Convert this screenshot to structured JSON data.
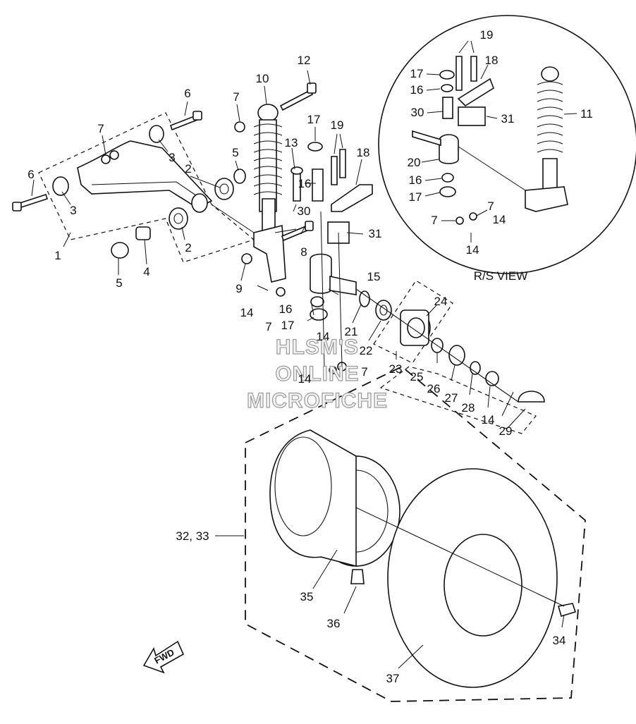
{
  "diagram": {
    "view_caption": "R/S VIEW",
    "watermark": [
      "HLSM'S",
      "ONLINE",
      "MICROFICHE"
    ],
    "fwd_label": "FWD",
    "callouts": [
      {
        "id": "c1",
        "text": "1"
      },
      {
        "id": "c2a",
        "text": "2"
      },
      {
        "id": "c2b",
        "text": "2"
      },
      {
        "id": "c3a",
        "text": "3"
      },
      {
        "id": "c3b",
        "text": "3"
      },
      {
        "id": "c4",
        "text": "4"
      },
      {
        "id": "c5a",
        "text": "5"
      },
      {
        "id": "c5b",
        "text": "5"
      },
      {
        "id": "c6a",
        "text": "6"
      },
      {
        "id": "c6b",
        "text": "6"
      },
      {
        "id": "c7a",
        "text": "7"
      },
      {
        "id": "c7b",
        "text": "7"
      },
      {
        "id": "c7c",
        "text": "7"
      },
      {
        "id": "c7d",
        "text": "7"
      },
      {
        "id": "c7e",
        "text": "7"
      },
      {
        "id": "c7f",
        "text": "7"
      },
      {
        "id": "c8",
        "text": "8"
      },
      {
        "id": "c9",
        "text": "9"
      },
      {
        "id": "c10",
        "text": "10"
      },
      {
        "id": "c11",
        "text": "11"
      },
      {
        "id": "c12",
        "text": "12"
      },
      {
        "id": "c13",
        "text": "13"
      },
      {
        "id": "c14a",
        "text": "14"
      },
      {
        "id": "c14b",
        "text": "14"
      },
      {
        "id": "c14c",
        "text": "14"
      },
      {
        "id": "c14d",
        "text": "14"
      },
      {
        "id": "c14e",
        "text": "14"
      },
      {
        "id": "c14f",
        "text": "14"
      },
      {
        "id": "c15",
        "text": "15"
      },
      {
        "id": "c16a",
        "text": "16"
      },
      {
        "id": "c16b",
        "text": "16"
      },
      {
        "id": "c16c",
        "text": "16"
      },
      {
        "id": "c16d",
        "text": "16"
      },
      {
        "id": "c17a",
        "text": "17"
      },
      {
        "id": "c17b",
        "text": "17"
      },
      {
        "id": "c17c",
        "text": "17"
      },
      {
        "id": "c17d",
        "text": "17"
      },
      {
        "id": "c18a",
        "text": "18"
      },
      {
        "id": "c18b",
        "text": "18"
      },
      {
        "id": "c19a",
        "text": "19"
      },
      {
        "id": "c19b",
        "text": "19"
      },
      {
        "id": "c20",
        "text": "20"
      },
      {
        "id": "c21",
        "text": "21"
      },
      {
        "id": "c22",
        "text": "22"
      },
      {
        "id": "c23",
        "text": "23"
      },
      {
        "id": "c24",
        "text": "24"
      },
      {
        "id": "c25",
        "text": "25"
      },
      {
        "id": "c26",
        "text": "26"
      },
      {
        "id": "c27",
        "text": "27"
      },
      {
        "id": "c28",
        "text": "28"
      },
      {
        "id": "c29",
        "text": "29"
      },
      {
        "id": "c30a",
        "text": "30"
      },
      {
        "id": "c30b",
        "text": "30"
      },
      {
        "id": "c31a",
        "text": "31"
      },
      {
        "id": "c31b",
        "text": "31"
      },
      {
        "id": "c3233",
        "text": "32, 33"
      },
      {
        "id": "c34",
        "text": "34"
      },
      {
        "id": "c35",
        "text": "35"
      },
      {
        "id": "c36",
        "text": "36"
      },
      {
        "id": "c37",
        "text": "37"
      }
    ]
  }
}
